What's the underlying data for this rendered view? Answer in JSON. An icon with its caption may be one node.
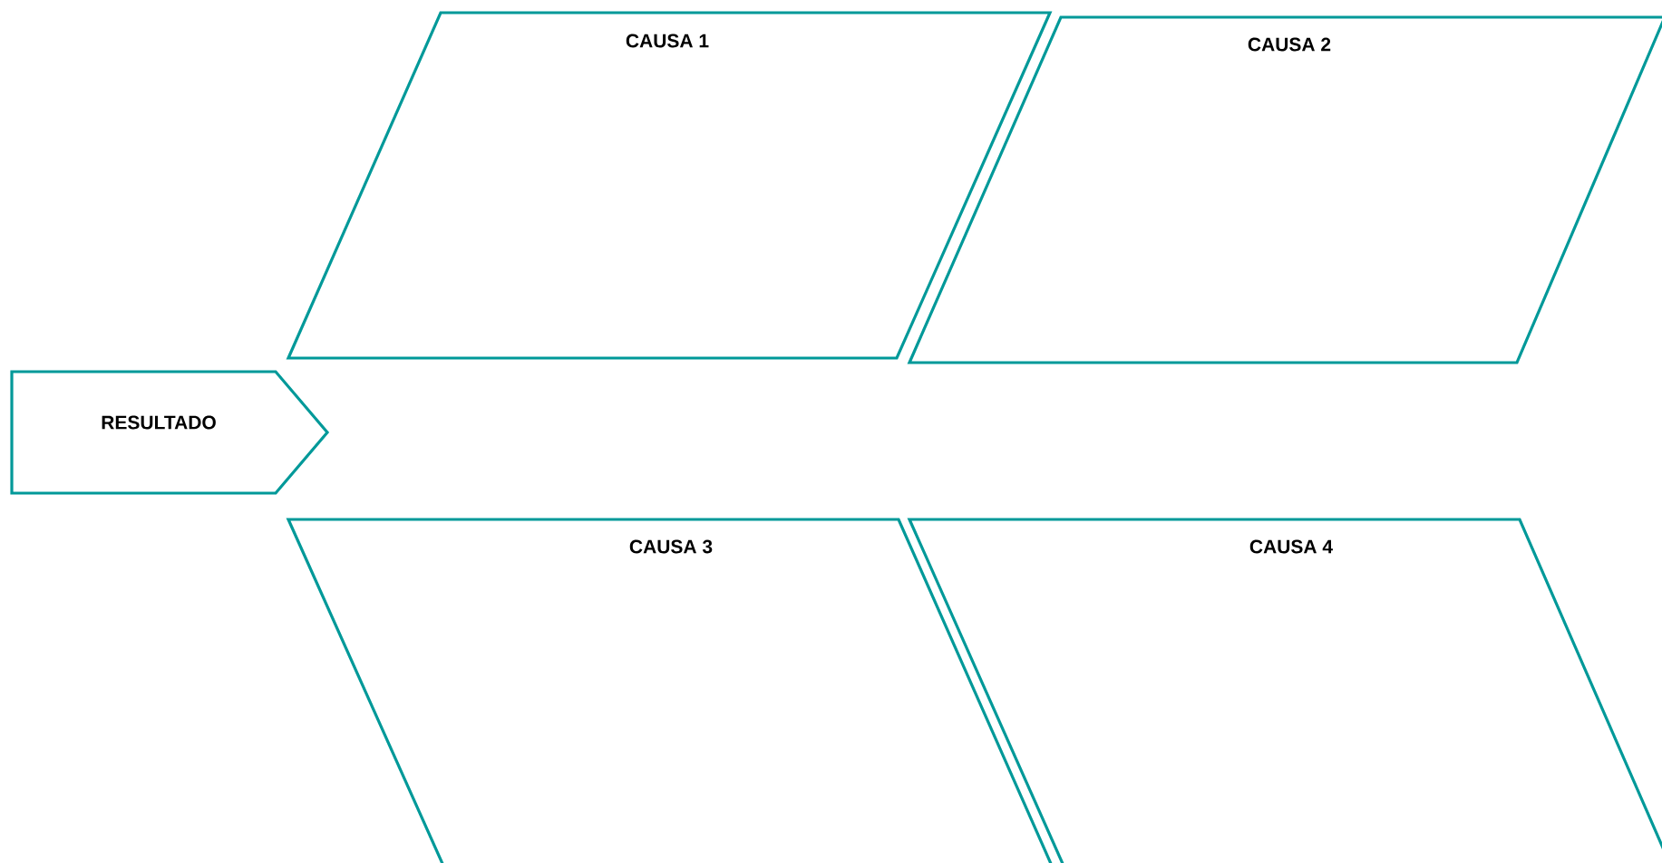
{
  "diagram": {
    "nodes": [
      {
        "text": [
          "CAUSA 1"
        ]
      },
      {
        "text": [
          "CAUSA 2"
        ]
      },
      {
        "text": [
          "RESULTADO"
        ]
      },
      {
        "text": [
          "CAUSA 3"
        ]
      },
      {
        "text": [
          "CAUSA 4"
        ]
      }
    ]
  }
}
